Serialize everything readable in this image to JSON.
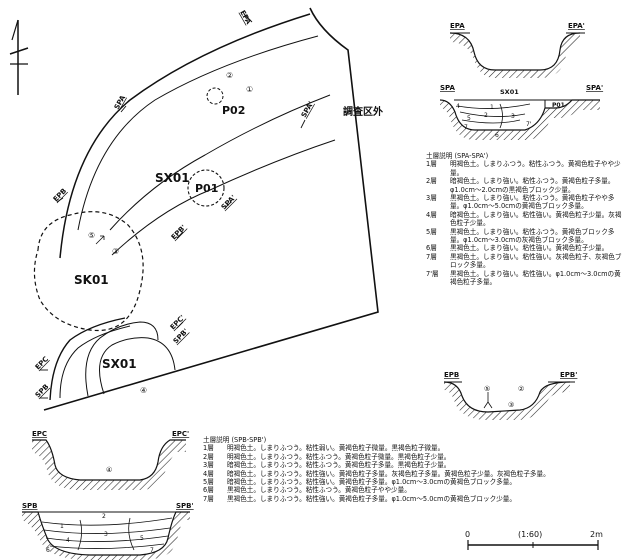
{
  "plan": {
    "features": {
      "sx01_upper": "SX01",
      "p02": "P02",
      "p01": "P01",
      "sk01": "SK01",
      "sx01_lower": "SX01",
      "outside_area": "調査区外"
    },
    "section_labels": {
      "epa": "EPA",
      "spa": "SPA",
      "spa_prime": "SPA'",
      "epb": "EPB",
      "epb_prime": "EPB'",
      "epc": "EPC",
      "epc_prime": "EPC'",
      "spb": "SPB",
      "spb_prime": "SPB'"
    },
    "find_numbers": {
      "n1": "①",
      "n2": "②",
      "n3": "③",
      "n4": "④",
      "n5": "⑤"
    }
  },
  "section_epa": {
    "left": "EPA",
    "right": "EPA'"
  },
  "section_spa": {
    "left": "SPA",
    "center": "SX01",
    "right": "SPA'",
    "p01": "P01",
    "layers": [
      "1",
      "2",
      "3",
      "4",
      "5",
      "6",
      "7",
      "7'"
    ]
  },
  "legend_spa": {
    "title": "土層説明 (SPA-SPA')",
    "rows": [
      {
        "no": "1層",
        "desc": "明褐色土。しまりふつう。粘性ふつう。黄褐色粒子やや少量。"
      },
      {
        "no": "2層",
        "desc": "暗褐色土。しまり強い。粘性ふつう。黄褐色粒子多量。φ1.0cm～2.0cmの黒褐色ブロック少量。"
      },
      {
        "no": "3層",
        "desc": "黒褐色土。しまり強い。粘性ふつう。黄褐色粒子やや多量。φ1.0cm～5.0cmの黄褐色ブロック多量。"
      },
      {
        "no": "4層",
        "desc": "暗褐色土。しまり強い。粘性強い。黄褐色粒子少量。灰褐色粒子少量。"
      },
      {
        "no": "5層",
        "desc": "黒褐色土。しまり強い。粘性ふつう。黄褐色ブロック多量。φ1.0cm～3.0cmの灰褐色ブロック多量。"
      },
      {
        "no": "6層",
        "desc": "黒褐色土。しまり強い。粘性強い。黄褐色粒子少量。"
      },
      {
        "no": "7層",
        "desc": "黒褐色土。しまり強い。粘性強い。灰褐色粒子、灰褐色ブロック多量。"
      },
      {
        "no": "7'層",
        "desc": "黒褐色土。しまり強い。粘性強い。φ1.0cm～3.0cmの黄褐色粒子多量。"
      }
    ]
  },
  "section_epb": {
    "left": "EPB",
    "right": "EPB'",
    "n2": "②",
    "n5": "⑤",
    "n3": "③"
  },
  "section_epc": {
    "left": "EPC",
    "right": "EPC'",
    "n4": "④"
  },
  "section_spb": {
    "left": "SPB",
    "right": "SPB'",
    "layers": [
      "1",
      "2",
      "3",
      "4",
      "5",
      "6",
      "7"
    ]
  },
  "legend_spb": {
    "title": "土層説明 (SPB-SPB')",
    "rows": [
      {
        "no": "1層",
        "desc": "明褐色土。しまりふつう。粘性弱い。黄褐色粒子微量。黒褐色粒子微量。"
      },
      {
        "no": "2層",
        "desc": "明褐色土。しまりふつう。粘性ふつう。黄褐色粒子微量。黒褐色粒子少量。"
      },
      {
        "no": "3層",
        "desc": "暗褐色土。しまりふつう。粘性ふつう。黄褐色粒子多量。黒褐色粒子少量。"
      },
      {
        "no": "4層",
        "desc": "暗褐色土。しまりふつう。粘性強い。黄褐色粒子多量。灰褐色粒子多量。黄褐色粒子少量。灰褐色粒子多量。"
      },
      {
        "no": "5層",
        "desc": "暗褐色土。しまりふつう。粘性強い。黄褐色粒子多量。φ1.0cm～3.0cmの黄褐色ブロック多量。"
      },
      {
        "no": "6層",
        "desc": "黒褐色土。しまりふつう。粘性ふつう。黄褐色粒子やや少量。"
      },
      {
        "no": "7層",
        "desc": "黒褐色土。しまりふつう。粘性強い。黄褐色粒子多量。φ1.0cm～5.0cmの黄褐色ブロック少量。"
      }
    ]
  },
  "scale": {
    "zero": "0",
    "ratio": "(1:60)",
    "end": "2m"
  }
}
